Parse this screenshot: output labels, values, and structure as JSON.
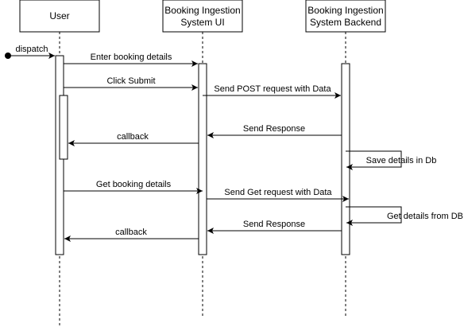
{
  "participants": [
    {
      "id": "user",
      "lines": [
        "User"
      ]
    },
    {
      "id": "ui",
      "lines": [
        "Booking Ingestion",
        "System UI"
      ]
    },
    {
      "id": "backend",
      "lines": [
        "Booking Ingestion",
        "System Backend"
      ]
    }
  ],
  "messages": [
    {
      "id": "dispatch",
      "label": "dispatch",
      "type": "found"
    },
    {
      "id": "enter-booking-details",
      "label": "Enter booking details",
      "type": "sync"
    },
    {
      "id": "click-submit",
      "label": "Click Submit",
      "type": "sync"
    },
    {
      "id": "send-post-request",
      "label": "Send POST request with Data",
      "type": "sync"
    },
    {
      "id": "send-response-1",
      "label": "Send Response",
      "type": "return"
    },
    {
      "id": "callback-1",
      "label": "callback",
      "type": "return"
    },
    {
      "id": "save-details",
      "label": "Save details in Db",
      "type": "self"
    },
    {
      "id": "get-booking-details",
      "label": "Get booking details",
      "type": "sync"
    },
    {
      "id": "send-get-request",
      "label": "Send Get request with Data",
      "type": "sync"
    },
    {
      "id": "get-details-from-db",
      "label": "Get details from DB",
      "type": "self"
    },
    {
      "id": "send-response-2",
      "label": "Send Response",
      "type": "return"
    },
    {
      "id": "callback-2",
      "label": "callback",
      "type": "return"
    }
  ]
}
